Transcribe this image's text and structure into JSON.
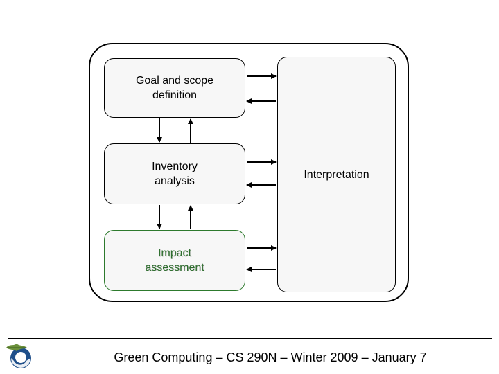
{
  "diagram": {
    "boxes": {
      "goal": "Goal and scope\ndefinition",
      "inventory": "Inventory\nanalysis",
      "impact": "Impact\nassessment",
      "interpretation": "Interpretation"
    }
  },
  "footer": {
    "text": "Green Computing – CS 290N – Winter 2009 – January 7",
    "logo_icon": "oak-leaf-globe-icon"
  },
  "colors": {
    "impact_border": "#2d7a2d",
    "impact_text": "#2d6e2d",
    "logo_blue": "#1f4f8a",
    "logo_green": "#6a8f3a"
  }
}
